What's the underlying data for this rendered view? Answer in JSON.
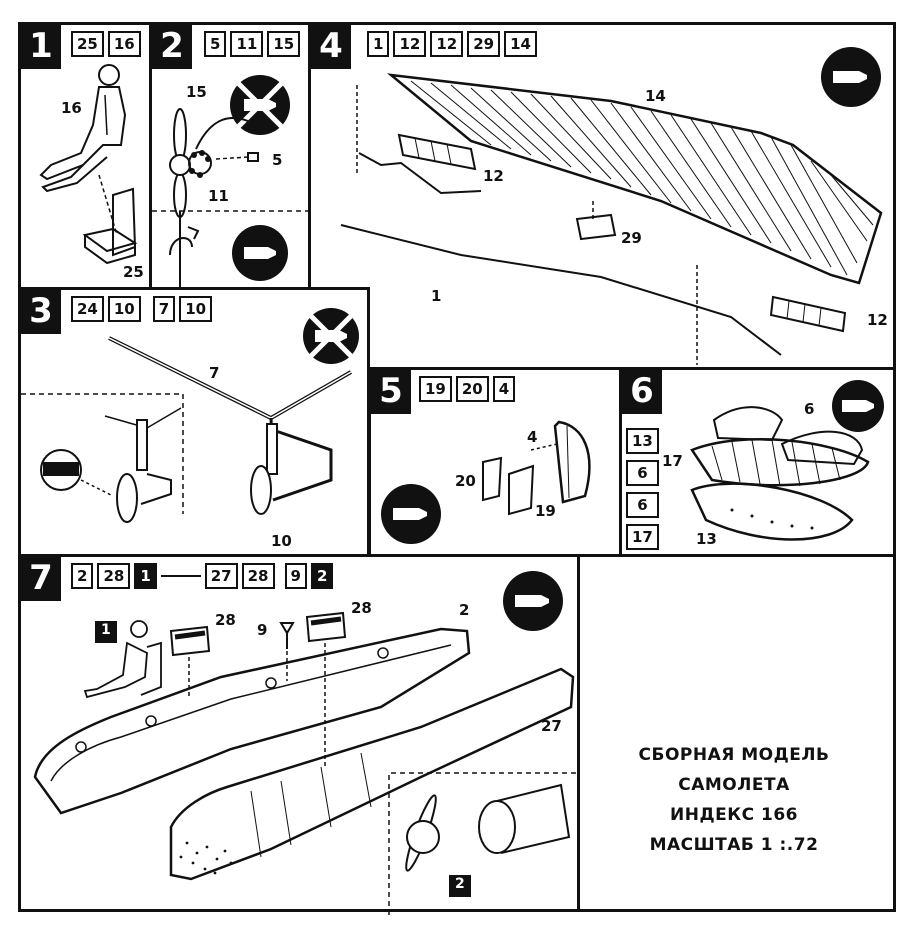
{
  "steps": [
    {
      "number": "1",
      "parts": [
        "25",
        "16"
      ],
      "labels": [
        "16",
        "25"
      ]
    },
    {
      "number": "2",
      "parts": [
        "5",
        "11",
        "15"
      ],
      "labels": [
        "15",
        "5",
        "11"
      ]
    },
    {
      "number": "4",
      "parts": [
        "1",
        "12",
        "12",
        "29",
        "14"
      ],
      "labels": [
        "14",
        "12",
        "29",
        "1",
        "12"
      ]
    },
    {
      "number": "3",
      "parts": [
        "24",
        "10",
        "7",
        "10"
      ],
      "labels": [
        "7",
        "10"
      ]
    },
    {
      "number": "5",
      "parts": [
        "19",
        "20",
        "4"
      ],
      "labels": [
        "4",
        "20",
        "19"
      ]
    },
    {
      "number": "6",
      "parts": [
        "13",
        "6",
        "6",
        "17"
      ],
      "labels": [
        "6",
        "17",
        "13"
      ]
    },
    {
      "number": "7",
      "parts": [
        "2",
        "28",
        "1",
        "27",
        "28",
        "9",
        "2"
      ],
      "labels": [
        "28",
        "9",
        "28",
        "2",
        "27",
        "1",
        "2"
      ]
    }
  ],
  "title": {
    "line1": "СБОРНАЯ МОДЕЛЬ",
    "line2": "САМОЛЕТА",
    "line3": "ИНДЕКС 166",
    "line4": "МАСШТАБ 1 :.72"
  },
  "icons": {
    "glue": "glue-tube-icon",
    "no_glue": "no-glue-icon"
  }
}
